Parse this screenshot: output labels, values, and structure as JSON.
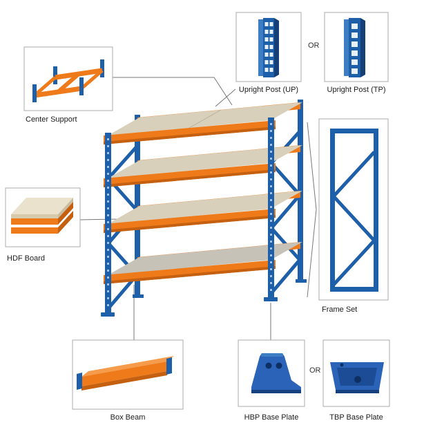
{
  "labels": {
    "center_support": "Center Support",
    "hdf_board": "HDF Board",
    "box_beam": "Box Beam",
    "upright_post_up": "Upright Post (UP)",
    "upright_post_tp": "Upright Post (TP)",
    "or_top": "OR",
    "frame_set": "Frame Set",
    "hbp_base_plate": "HBP Base Plate",
    "or_bottom": "OR",
    "tbp_base_plate": "TBP Base Plate"
  },
  "colors": {
    "post_blue": "#1E5FA9",
    "post_blue_light": "#3C7DC4",
    "post_blue_dark": "#153F76",
    "beam_orange": "#EF7A1A",
    "beam_orange_light": "#F59B4A",
    "beam_orange_dark": "#C4600F",
    "board_tan": "#D9D0BC",
    "board_gray": "#C7C2B8",
    "callout_border": "#ABABAB",
    "connector_line": "#777777"
  }
}
